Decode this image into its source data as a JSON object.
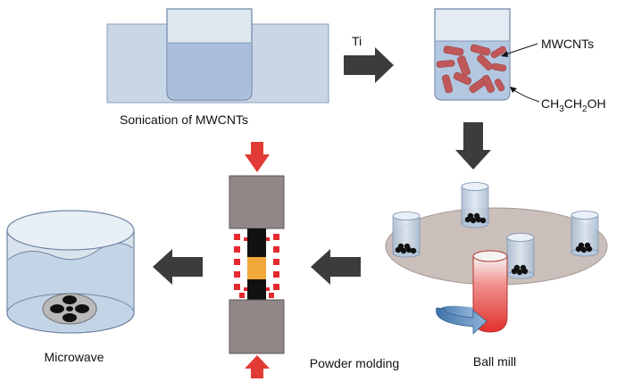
{
  "labels": {
    "sonication": "Sonication of MWCNTs",
    "ti": "Ti",
    "mwcnts": "MWCNTs",
    "ethanol_main": "CH",
    "ethanol_sub1": "3",
    "ethanol_mid": "CH",
    "ethanol_sub2": "2",
    "ethanol_end": "OH",
    "ball_mill": "Ball mill",
    "powder_molding": "Powder molding",
    "microwave": "Microwave"
  },
  "colors": {
    "water_bath": "#c9d6e6",
    "liquid": "#a9bfdb",
    "nanotube": "#c0585a",
    "arrow": "#3c3c3c",
    "press_block": "#8f8886",
    "press_arrow": "#e23b35",
    "powder_core": "#f2a93b",
    "heat_square": "#e5282e",
    "mill_tube": "#e53934",
    "disc": "#cbbfbb",
    "rotation_arrow": "#4a7fb5"
  }
}
